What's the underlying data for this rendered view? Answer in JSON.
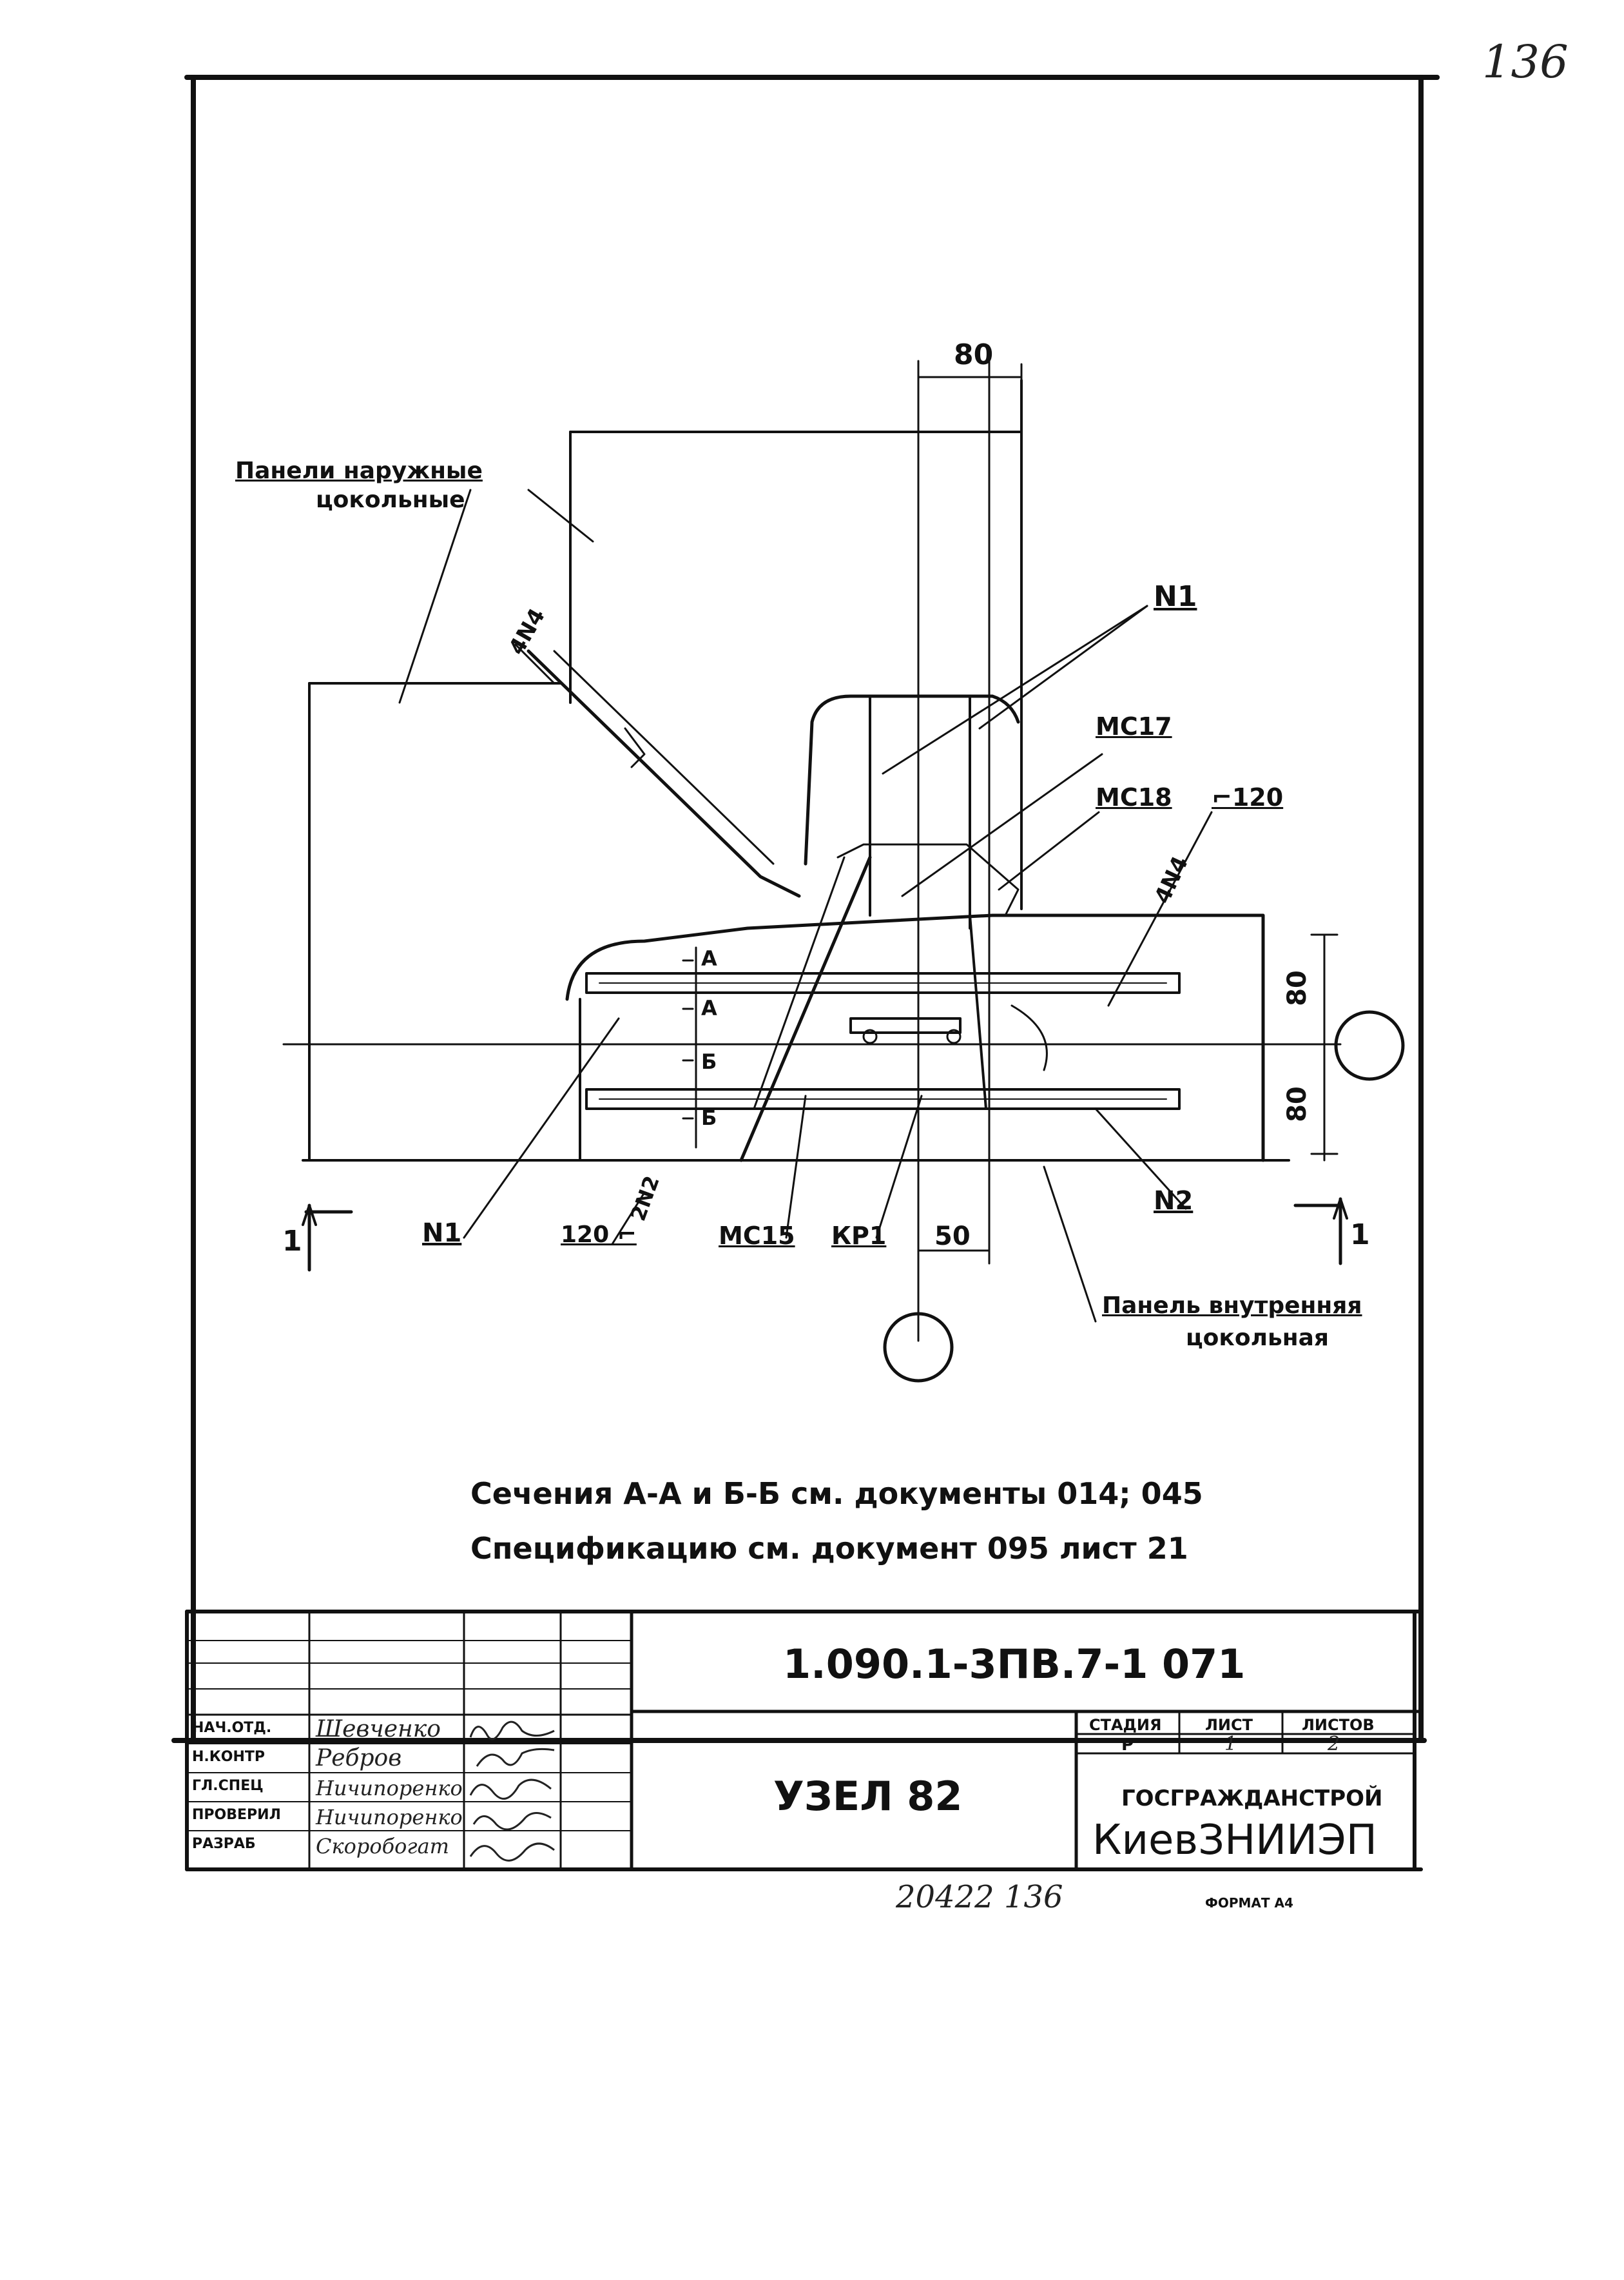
{
  "page_number_handwritten": "136",
  "drawing": {
    "dim_top": "80",
    "dim_right_upper": "80",
    "dim_right_lower": "80",
    "dim_bottom": "50",
    "label_outer_panels_line1": "Панели наружные",
    "label_outer_panels_line2": "цокольные",
    "label_inner_panel_line1": "Панель внутренняя",
    "label_inner_panel_line2": "цокольная",
    "label_n1_top": "N1",
    "label_n1_bottom": "N1",
    "label_n2": "N2",
    "label_2n2": "2N2",
    "label_4n4_left": "4N4",
    "label_4n4_right": "4N4",
    "label_mc17": "МС17",
    "label_mc18": "МС18",
    "label_mc15": "МС15",
    "label_kp1": "КР1",
    "label_t120_top": "⌐120",
    "label_t120_bottom": "120 ⌐",
    "section_a_top": "А",
    "section_a_bottom": "А",
    "section_b_top": "Б",
    "section_b_bottom": "Б",
    "section_mark_left": "1",
    "section_mark_right": "1",
    "note_line1": "Сечения  А-А и  Б-Б  см. документы  014; 045",
    "note_line2": "Спецификацию  см. документ  095  лист  21"
  },
  "title_block": {
    "doc_code": "1.090.1-3ПВ.7-1    071",
    "title": "УЗЕЛ  82",
    "roles": [
      "НАЧ.ОТД.",
      "Н.КОНТР",
      "ГЛ.СПЕЦ",
      "ПРОВЕРИЛ",
      "РАЗРАБ"
    ],
    "names": [
      "Шевченко",
      "Ребров",
      "Ничипоренко",
      "Ничипоренко",
      "Скоробогат"
    ],
    "stage_header": "СТАДИЯ",
    "sheet_header": "ЛИСТ",
    "sheets_header": "ЛИСТОВ",
    "stage_value": "Р",
    "sheet_value": "1",
    "sheets_value": "2",
    "org_line1": "ГОСГРАЖДАНСТРОЙ",
    "org_line2": "КиевЗНИИЭП"
  },
  "footer": {
    "handwritten_number": "20422    136",
    "format": "ФОРМАТ А4"
  }
}
